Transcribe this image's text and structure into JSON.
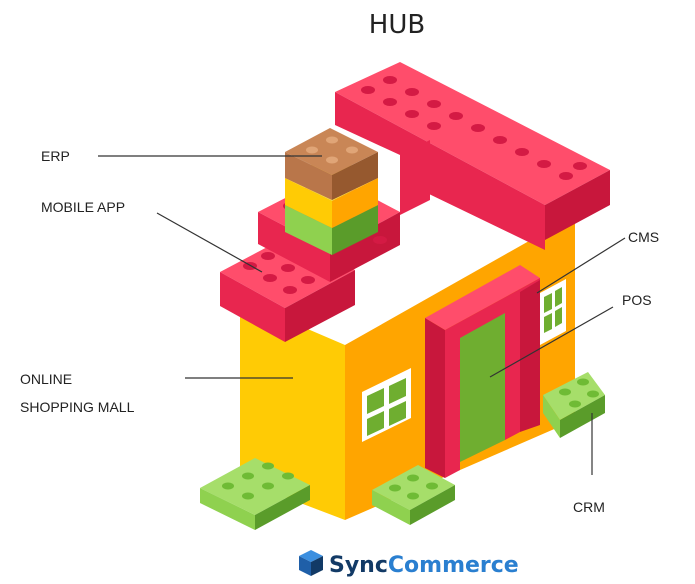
{
  "title": "HUB",
  "labels": {
    "erp": "ERP",
    "mobile_app": "MOBILE APP",
    "cms": "CMS",
    "pos": "POS",
    "online_line1": "ONLINE",
    "online_line2": "SHOPPING MALL",
    "crm": "CRM"
  },
  "brand": {
    "part1": "Sync",
    "part2": "Commerce"
  },
  "colors": {
    "roof": "#e8264f",
    "wall": "#ffc400",
    "wall_shade": "#ffa000",
    "door_green": "#6fae30",
    "window_green": "#6fae30",
    "erp_brown": "#b9764a",
    "crm_green": "#8fd14f",
    "brand_dark": "#123a66",
    "brand_light": "#2a7fd0"
  }
}
